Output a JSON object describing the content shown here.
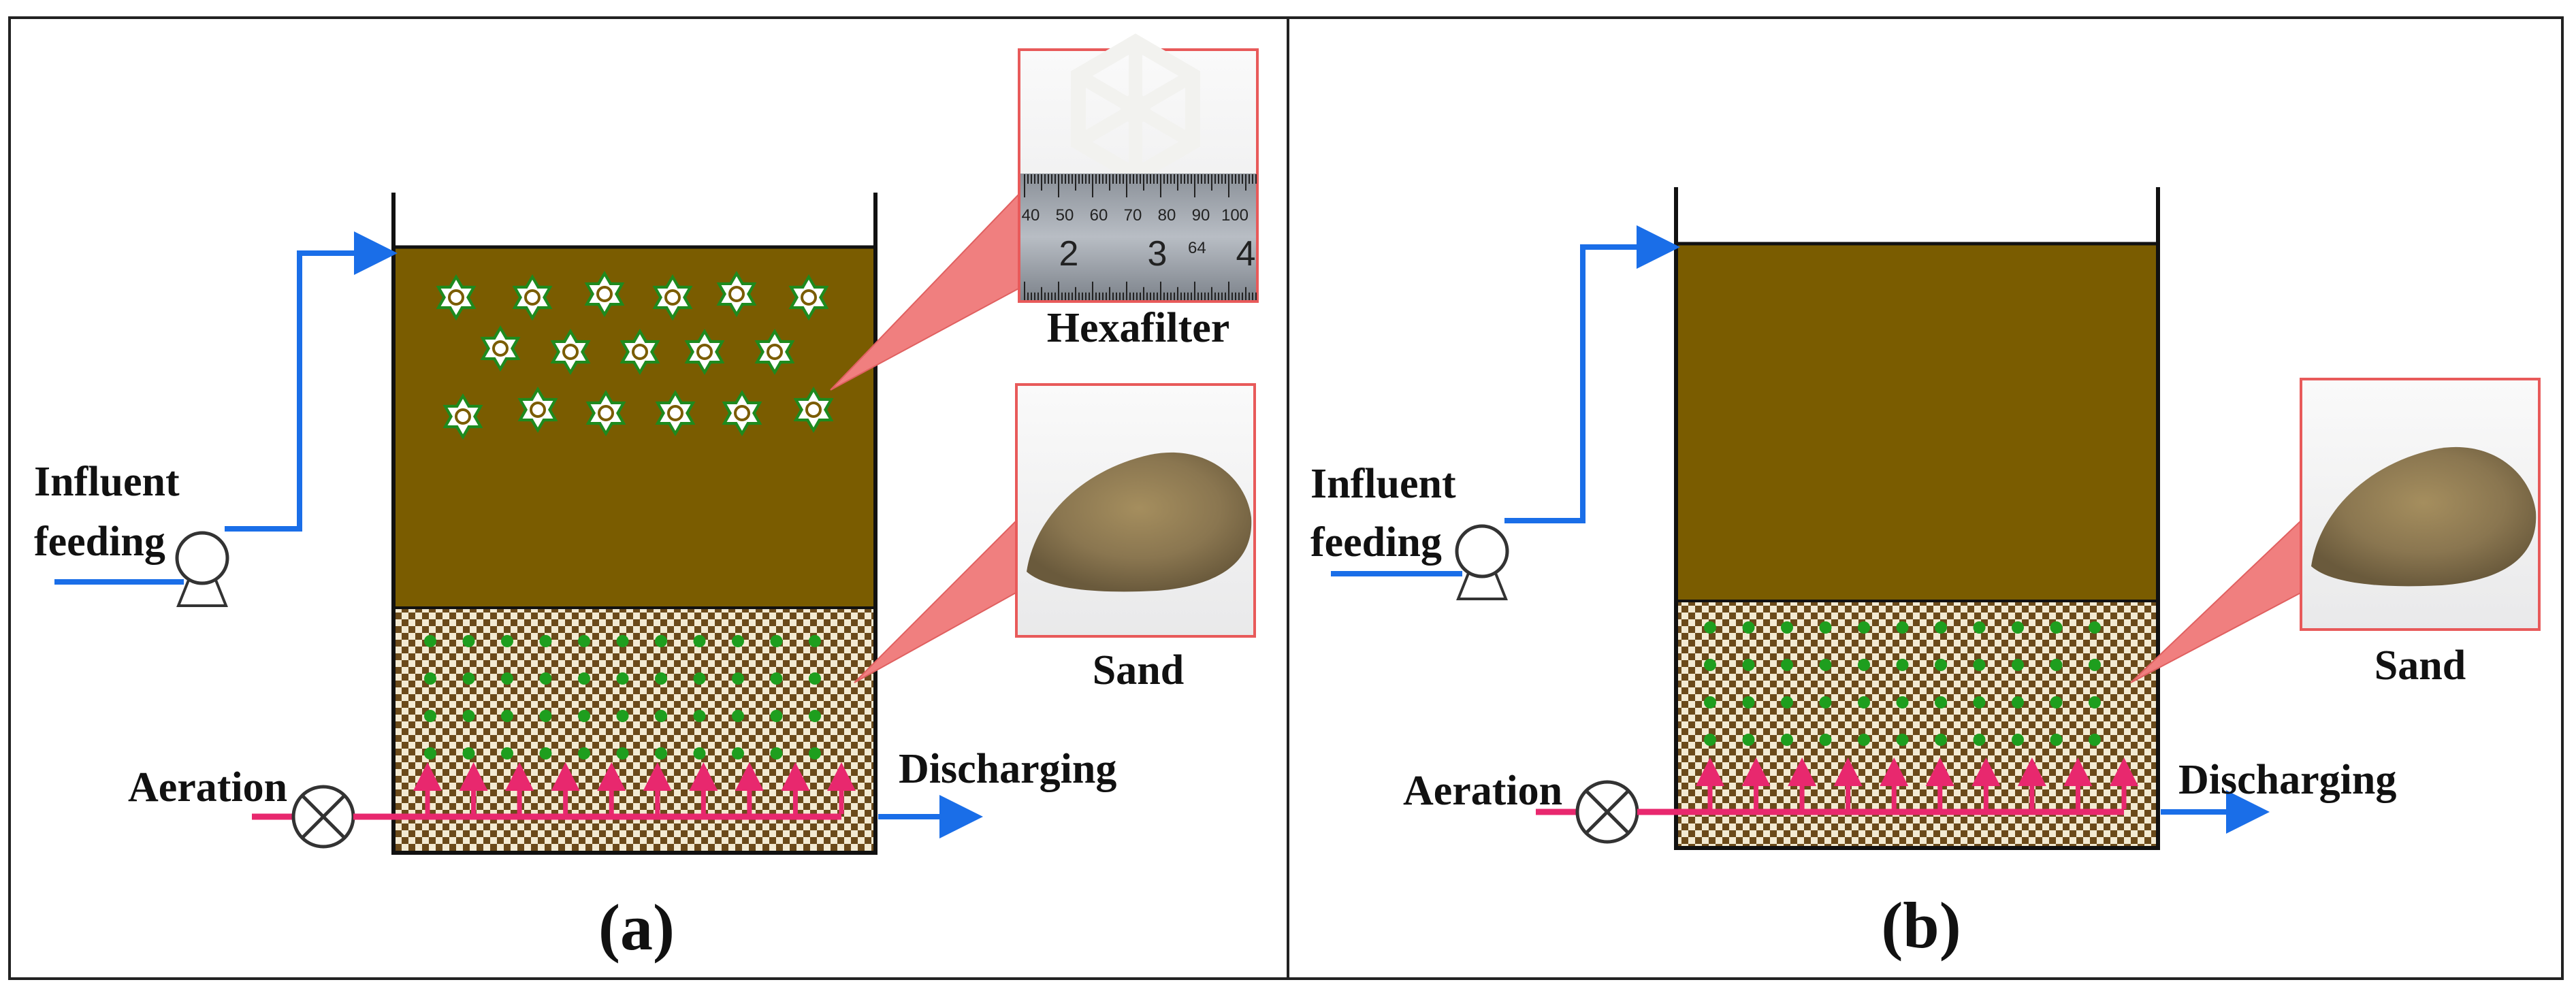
{
  "panels": [
    {
      "id": "a",
      "caption": "(a)",
      "labels": {
        "influent": [
          "Influent",
          "feeding"
        ],
        "aeration": "Aeration",
        "discharging": "Discharging",
        "hexafilter": "Hexafilter",
        "sand": "Sand"
      },
      "has_hexafilter": true
    },
    {
      "id": "b",
      "caption": "(b)",
      "labels": {
        "influent": [
          "Influent",
          "feeding"
        ],
        "aeration": "Aeration",
        "discharging": "Discharging",
        "sand": "Sand"
      },
      "has_hexafilter": false
    }
  ],
  "ruler": {
    "top_ticks": [
      "40",
      "50",
      "60",
      "70",
      "80",
      "90",
      "100"
    ],
    "bottom_ticks": [
      "2",
      "3",
      "4"
    ],
    "mark": "64"
  },
  "colors": {
    "water": "#7a5c00",
    "water_pipe": "#1a6ee8",
    "air_pipe": "#e8286e",
    "sand_dot": "#1e9e1e",
    "hexafilter_outline": "#1e8a1e",
    "callout": "#f07f7f"
  }
}
